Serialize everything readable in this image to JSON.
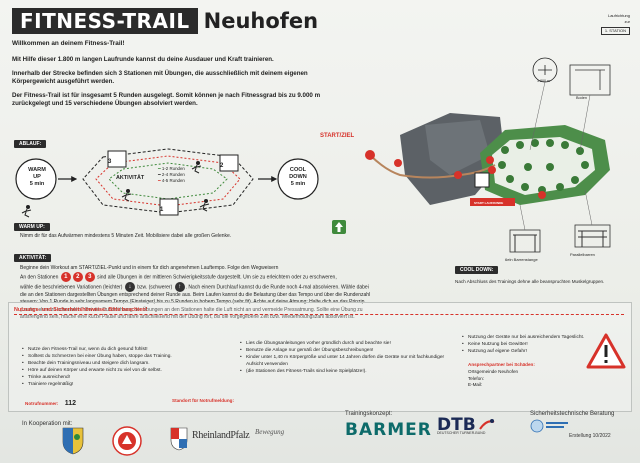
{
  "header": {
    "title_dark": "FITNESS-TRAIL",
    "title_town": "Neuhofen",
    "route_label_line1": "Laufrichtung",
    "route_label_line2": "zur",
    "route_number": "1. STATION"
  },
  "intro": {
    "welcome": "Willkommen an deinem Fitness-Trail!",
    "p1": "Mit Hilfe dieser 1.800 m langen Laufrunde kannst du deine Ausdauer und Kraft trainieren.",
    "p2": "Innerhalb der Strecke befinden sich 3 Stationen mit Übungen, die ausschließlich mit deinem eigenen Körpergewicht ausgeführt werden.",
    "p3": "Der Fitness-Trail ist für insgesamt 5 Runden ausgelegt. Somit können je nach Fitnessgrad bis zu 9.000 m zurückgelegt und 15 verschiedene Übungen absolviert werden."
  },
  "flow": {
    "label": "ABLAUF:",
    "warmup_1": "WARM",
    "warmup_2": "UP",
    "warmup_3": "5 min",
    "activity": "AKTIVITÄT",
    "legend_1": "1-2 Runden",
    "legend_2": "2-4 Runden",
    "legend_3": "4-5 Runden",
    "cooldown_1": "COOL",
    "cooldown_2": "DOWN",
    "cooldown_3": "5 min",
    "station_1": "1",
    "station_2": "2",
    "station_3": "3"
  },
  "warmup": {
    "label": "WARM UP:",
    "text": "Nimm dir für das Aufwärmen mindestens 5 Minuten Zeit. Mobilisiere dabei alle großen Gelenke."
  },
  "activity": {
    "label": "AKTIVITÄT:",
    "line1": "Beginne dein Workout am START/ZIEL-Punkt und in einem für dich angenehmen Lauftempo. Folge den Wegweisern",
    "line2a": "An den Stationen",
    "line2b": "sind alle Übungen in der mittleren Schwierigkeitsstufe dargestellt. Um sie zu erleichtern oder zu erschweren,",
    "line3a": "wähle die beschriebenen Variationen (leichter)",
    "line3b": "bzw. (schwerer)",
    "line3c": ". Nach einem Durchlauf kannst du die Runde noch 4-mal absolvieren. Wähle dabei",
    "line4": "die an den Stationen dargestellten Übungen entsprechend deiner Runde aus. Beim Laufen kannst du die Belastung über das Tempo und über die Rundenzahl",
    "line5": "steuern: Von 1 Runde in sehr langsamem Tempo (Einsteiger) bis zu 5 Runden in hohem Tempo (sehr fit). Achte auf deine Atmung: Halte dich an das Prinzip",
    "line6": "„Laufen ohne zu schnaufen\". Bei der Durchführung der Übungen an den Stationen halte die Luft nicht an und vermeide Pressatmung. Sollte eine Übung zu",
    "line7": "anstrengend sein, mache eine kurze Pause und fahre anschließend mit der Übung fort, bis die vorgegebene Zeit bzw. Wiederholungszahl absolviert ist.",
    "badge_1": "1",
    "badge_2": "2",
    "badge_3": "3"
  },
  "cooldown": {
    "label": "COOL DOWN:",
    "text": "Nach Abschluss des Trainings dehne alle beanspruchten Muskelgruppen."
  },
  "map": {
    "start_ziel": "START/ZIEL",
    "station_label_1": "1.800 m",
    "bodenreck": "Boden",
    "reck_label": "6eln Barrenstange",
    "barren_label": "Parallelbarren",
    "start_sign": "START LAUFRUNDE"
  },
  "safety": {
    "heading": "Nutzungs- und Sicherheitshinweise: Bitte beachten!",
    "col1": [
      "Nutze den Fitness-Trail nur, wenn du dich gesund fühlst!",
      "Solltest du Schmerzen bei einer Übung haben, stoppe das Training.",
      "Beachte dein Trainingsniveau und steigere dich langsam.",
      "Höre auf deinen Körper und erwarte nicht zu viel von dir selbst.",
      "Trinke ausreichend!",
      "Trainiere regelmäßig!"
    ],
    "col2": [
      "Lies die Übungsanleitungen vorher gründlich durch und beachte sie!",
      "Benutze die Anlage nur gemäß der Übungsbeschreibungen!",
      "Kinder unter 1,40 m Körpergröße und unter 14 Jahren dürfen die Geräte nur mit fachkundiger Aufsicht verwenden",
      "(die Stationen des Fitness-Trails sind keine Spielplätze!)."
    ],
    "col3": [
      "Nutzung der Geräte nur bei ausreichendem Tageslicht.",
      "Keine Nutzung bei Gewitter!",
      "Nutzung auf eigene Gefahr!"
    ],
    "emergency_label": "Notrufnummer:",
    "emergency_value": "112",
    "location_label": "Standort für Notrufmeldung:",
    "damage_head": "Ansprechpartner bei Schäden:",
    "damage_lines": [
      "Ortsgemeinde Neuhofen",
      "Telefon:",
      "E-Mail:"
    ]
  },
  "footer": {
    "cooperation": "In Kooperation mit:",
    "concept": "Trainingskonzept:",
    "advice": "Sicherheitstechnische Beratung",
    "barmer": "BARMER",
    "dtb": "DTB",
    "dtb_sub": "DEUTSCHER TURNER-BUND",
    "rlp": "RheinlandPfalz",
    "sig": "Bewegung",
    "edition": "Erstellung 10/2022"
  },
  "colors": {
    "accent_red": "#d7322a",
    "dark": "#2b2b2b",
    "green": "#3f8a3c",
    "barmer": "#0d6b6a",
    "dtb": "#1b2a55"
  }
}
